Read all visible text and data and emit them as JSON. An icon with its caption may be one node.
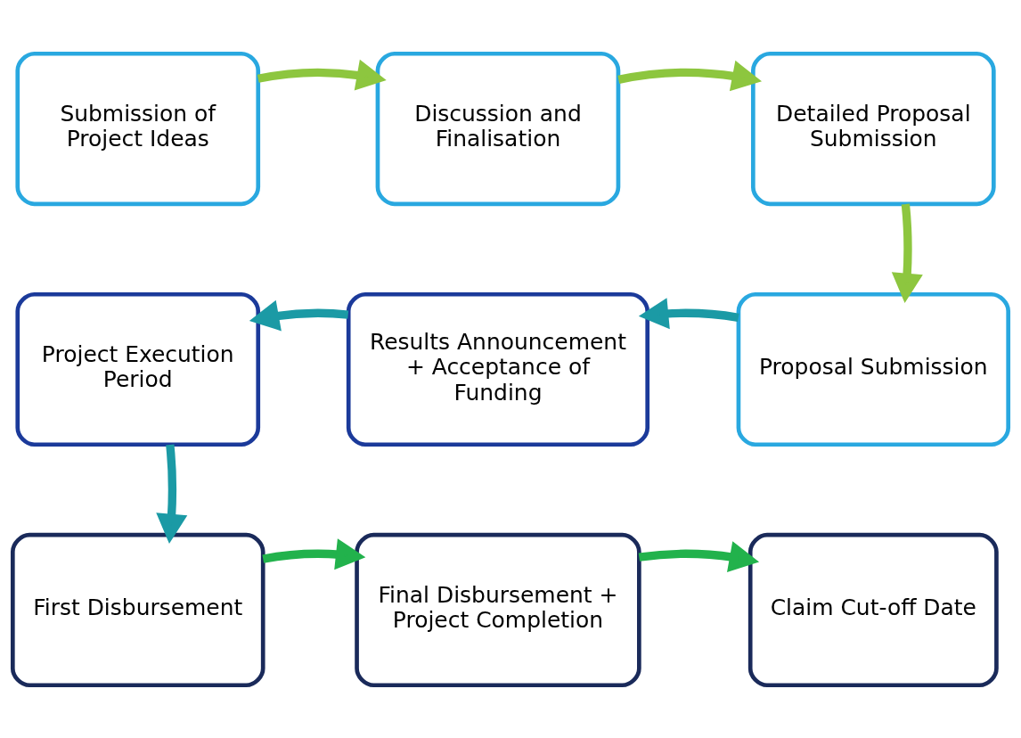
{
  "diagram": {
    "nodes": [
      {
        "text": [
          "Submission of Project Ideas"
        ]
      },
      {
        "text": [
          "Discussion and Finalisation"
        ]
      },
      {
        "text": [
          "Detailed Proposal Submission"
        ]
      },
      {
        "text": [
          "Proposal Submission"
        ]
      },
      {
        "text": [
          "Results Announcement + Acceptance of Funding"
        ]
      },
      {
        "text": [
          "Project Execution Period"
        ]
      },
      {
        "text": [
          "First Disbursement"
        ]
      },
      {
        "text": [
          "Final Disbursement + Project Completion"
        ]
      },
      {
        "text": [
          "Claim Cut-off Date"
        ]
      }
    ],
    "edges": [
      {
        "from": 0,
        "to": 1,
        "arrow": "to",
        "color": "#8dc63f"
      },
      {
        "from": 1,
        "to": 2,
        "arrow": "to",
        "color": "#8dc63f"
      },
      {
        "from": 2,
        "to": 3,
        "arrow": "to",
        "color": "#8dc63f"
      },
      {
        "from": 3,
        "to": 4,
        "arrow": "to",
        "color": "#1b9aa5"
      },
      {
        "from": 4,
        "to": 5,
        "arrow": "to",
        "color": "#1b9aa5"
      },
      {
        "from": 5,
        "to": 6,
        "arrow": "to",
        "color": "#1b9aa5"
      },
      {
        "from": 6,
        "to": 7,
        "arrow": "to",
        "color": "#22b24c"
      },
      {
        "from": 7,
        "to": 8,
        "arrow": "to",
        "color": "#22b24c"
      }
    ]
  }
}
